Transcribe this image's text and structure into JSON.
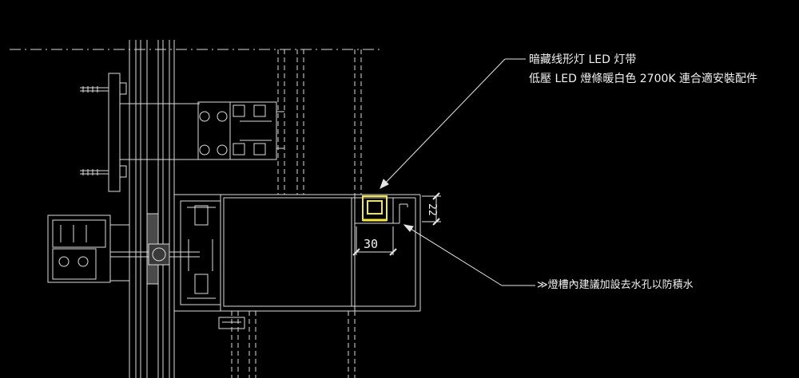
{
  "annotations": {
    "led_strip_line1": "暗藏线形灯 LED 灯带",
    "led_strip_line2": "低壓 LED 燈條暖白色 2700K 連合適安裝配件",
    "drain_hole": "≫燈槽內建議加設去水孔以防積水"
  },
  "dimensions": {
    "width": "30",
    "height": "22"
  },
  "colors": {
    "background": "#000000",
    "linework": "#e6e6e6",
    "led_highlight": "#f3e640"
  }
}
